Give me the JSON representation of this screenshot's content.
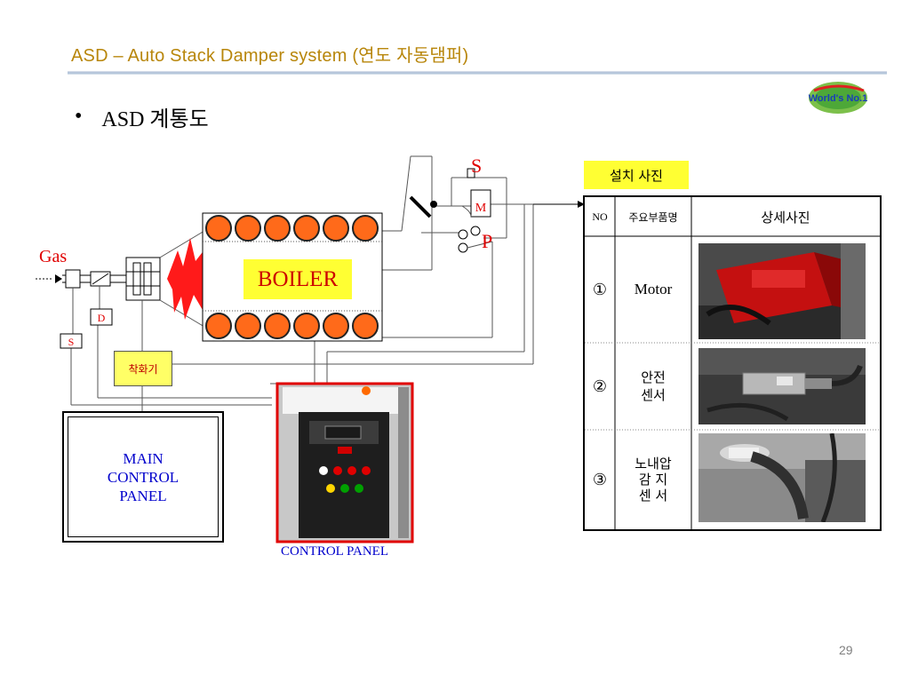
{
  "header": {
    "title": "ASD – Auto Stack Damper system (연도 자동댐퍼)",
    "logo_text": "World's No.1"
  },
  "content": {
    "bullet": "•",
    "heading": "ASD 계통도"
  },
  "diagram": {
    "gas_label": "Gas",
    "boiler_label": "BOILER",
    "valve_s_label": "S",
    "valve_d_label": "D",
    "switch_s_label": "S",
    "motor_label": "M",
    "pressure_label": "P",
    "igniter_label": "착화기",
    "main_panel_lines": [
      "MAIN",
      "CONTROL",
      "PANEL"
    ],
    "control_panel_label": "CONTROL PANEL",
    "colors": {
      "accent_red": "#e00000",
      "tube_fill": "#ff6a1a",
      "label_yellow": "#ffff33",
      "panel_blue": "#0000cc"
    }
  },
  "table": {
    "install_tag": "설치 사진",
    "headers": {
      "no": "NO",
      "part": "주요부품명",
      "photo": "상세사진"
    },
    "rows": [
      {
        "no": "①",
        "part_lines": [
          "Motor"
        ],
        "photo_icon": "red-motor-photo"
      },
      {
        "no": "②",
        "part_lines": [
          "안전",
          "센서"
        ],
        "photo_icon": "safety-sensor-photo"
      },
      {
        "no": "③",
        "part_lines": [
          "노내압",
          "감 지",
          "센 서"
        ],
        "photo_icon": "pressure-sensor-photo"
      }
    ]
  },
  "footer": {
    "page_number": "29"
  }
}
